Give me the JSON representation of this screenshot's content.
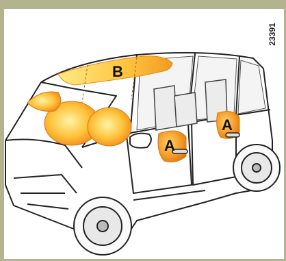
{
  "figure": {
    "reference_number": "23391",
    "labels": {
      "curtain_airbag": "B",
      "side_airbag_front": "A",
      "side_airbag_rear": "A"
    },
    "colors": {
      "frame": "#b3b38d",
      "airbag_light": "#ffe27a",
      "airbag_dark": "#f08a18",
      "outline": "#222222"
    }
  }
}
